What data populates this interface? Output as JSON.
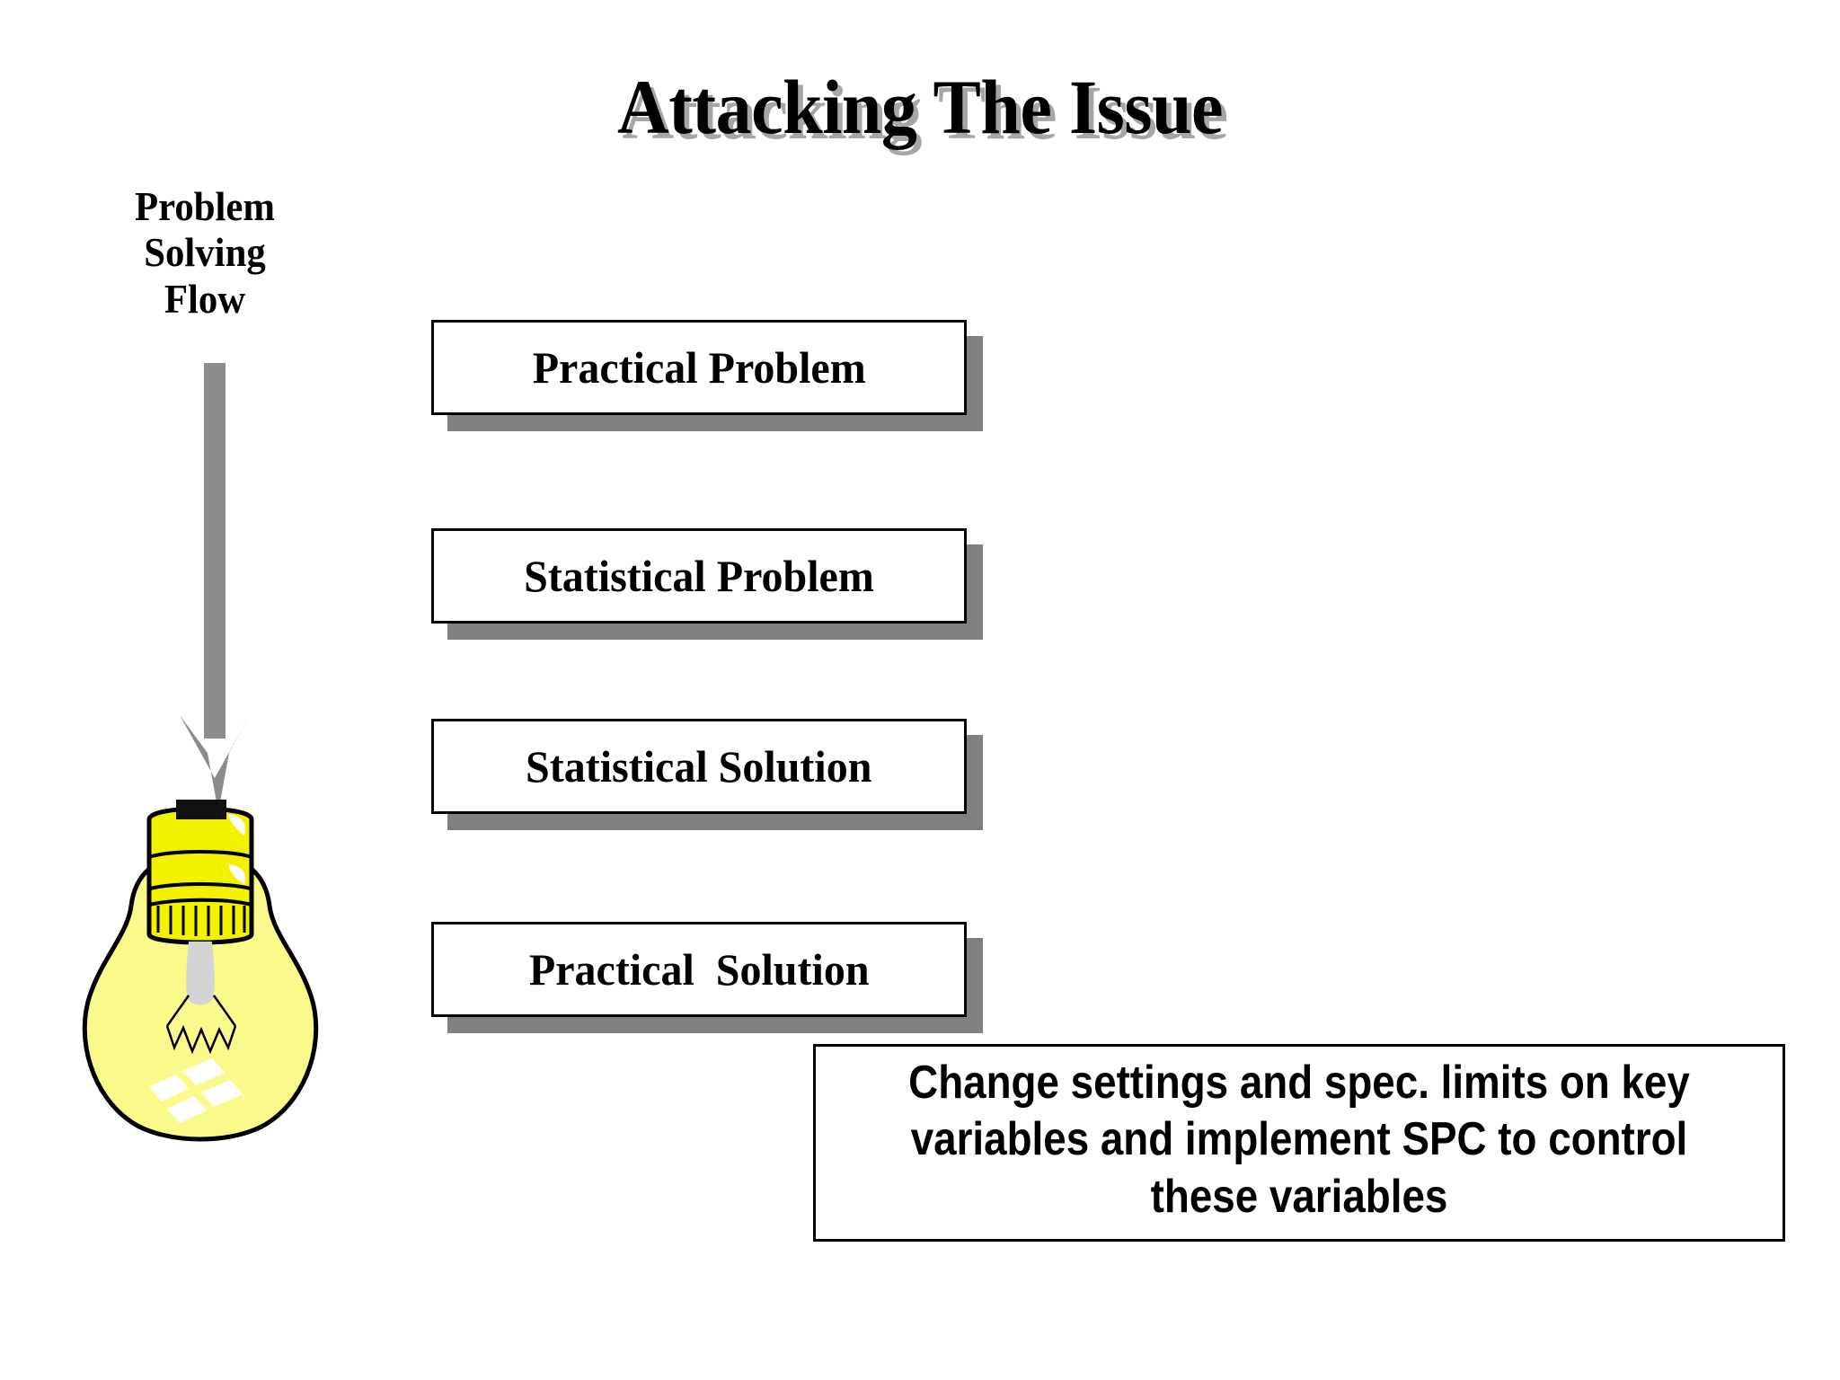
{
  "slide": {
    "title": "Attacking The Issue",
    "background_color": "#FFFFFF",
    "title_shadow_color": "#969696"
  },
  "flow_label": {
    "line1": "Problem",
    "line2": "Solving",
    "line3": "Flow",
    "full_text": "Problem Solving Flow"
  },
  "arrow": {
    "name": "down-arrow",
    "color": "#8C8C8C",
    "direction": "down"
  },
  "lightbulb": {
    "name": "light-bulb",
    "glass_color": "#FAFA8C",
    "base_color": "#F2F200",
    "cap_color": "#111111",
    "stem_color": "#D4D4D4",
    "outline_color": "#000000",
    "highlight_color": "#FFFFFF"
  },
  "flow_boxes": [
    {
      "label": "Practical Problem"
    },
    {
      "label": "Statistical Problem"
    },
    {
      "label": "Statistical Solution"
    },
    {
      "label": "Practical  Solution"
    }
  ],
  "box_style": {
    "fill": "#FFFFFF",
    "border": "#000000",
    "shadow": "#808080"
  },
  "callout": {
    "text": "Change settings and spec. limits on key  variables and implement SPC to control these variables",
    "fill": "#FFFFFF",
    "border": "#000000"
  }
}
